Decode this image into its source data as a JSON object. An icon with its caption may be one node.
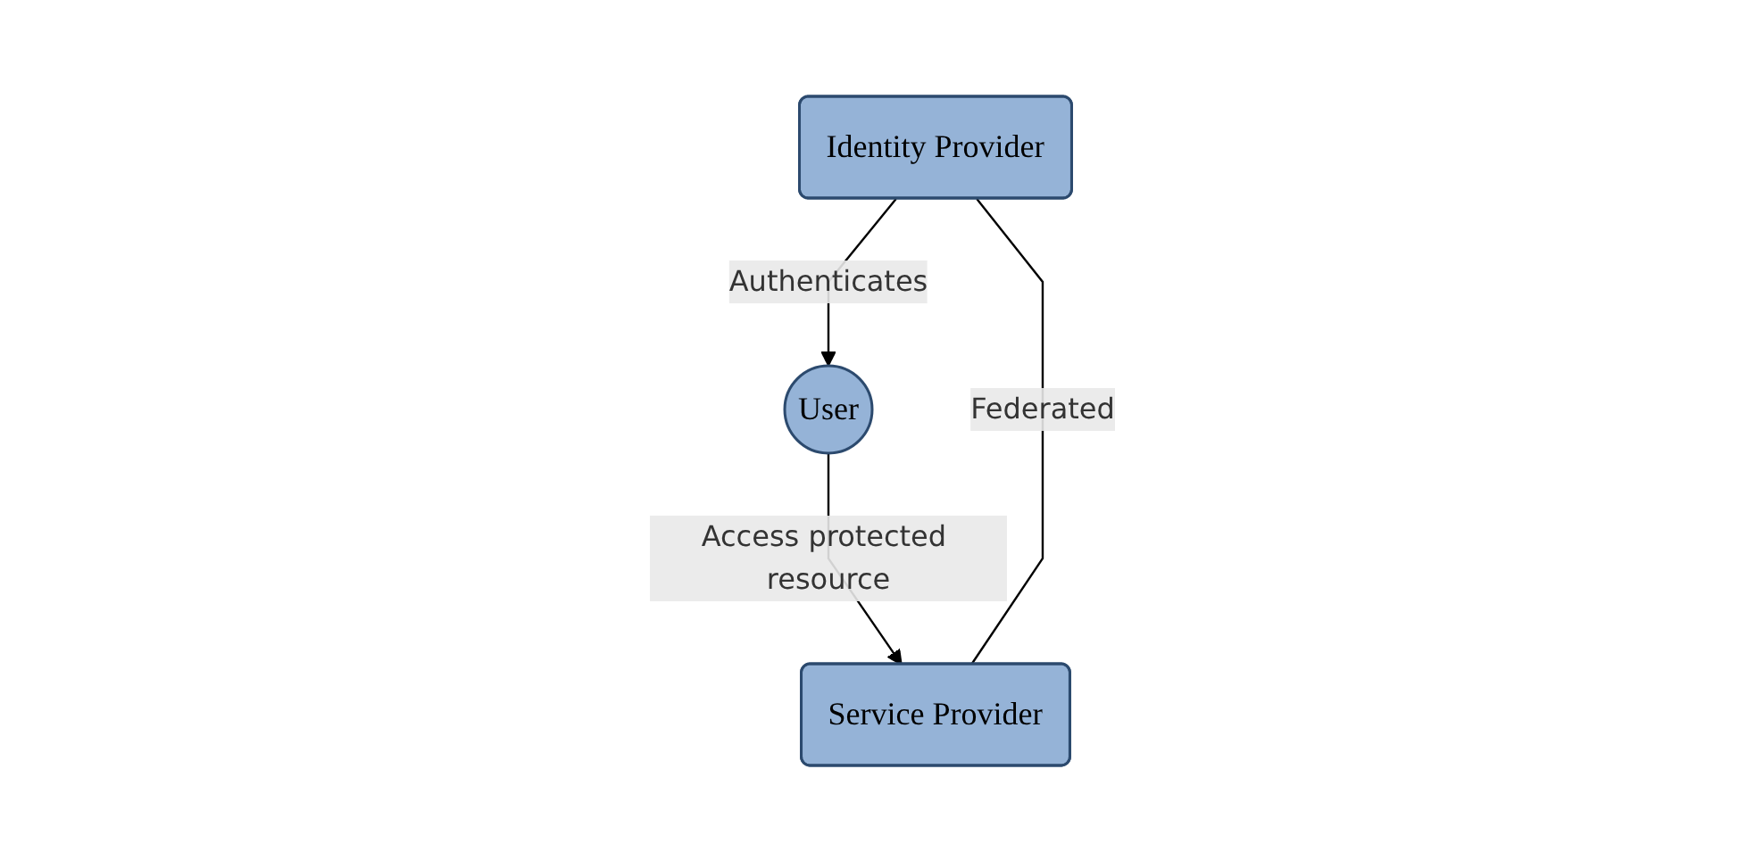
{
  "diagram": {
    "nodes": [
      {
        "text": [
          "User"
        ]
      },
      {
        "text": [
          "Identity Provider"
        ]
      },
      {
        "text": [
          "Service Provider"
        ]
      }
    ],
    "edges": [
      {
        "from": 1,
        "to": 0,
        "arrow": "to",
        "label": "Authenticates"
      },
      {
        "from": 0,
        "to": 2,
        "arrow": "to",
        "label": "Access protected resource"
      },
      {
        "from": 1,
        "to": 2,
        "arrow": "none",
        "label": "Federated"
      }
    ]
  }
}
